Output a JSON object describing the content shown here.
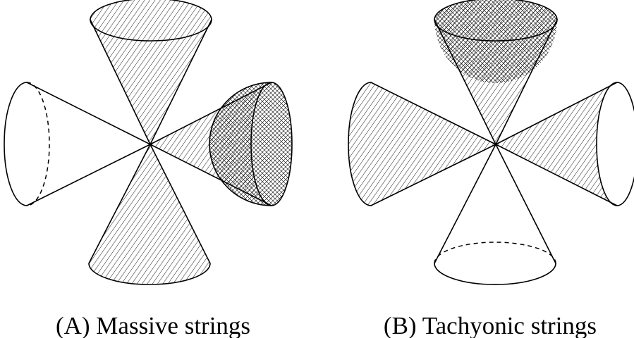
{
  "panels": [
    {
      "id": "A",
      "caption": "(A) Massive strings"
    },
    {
      "id": "B",
      "caption": "(B) Tachyonic strings"
    }
  ],
  "colors": {
    "ink": "#000000",
    "background": "#ffffff"
  }
}
